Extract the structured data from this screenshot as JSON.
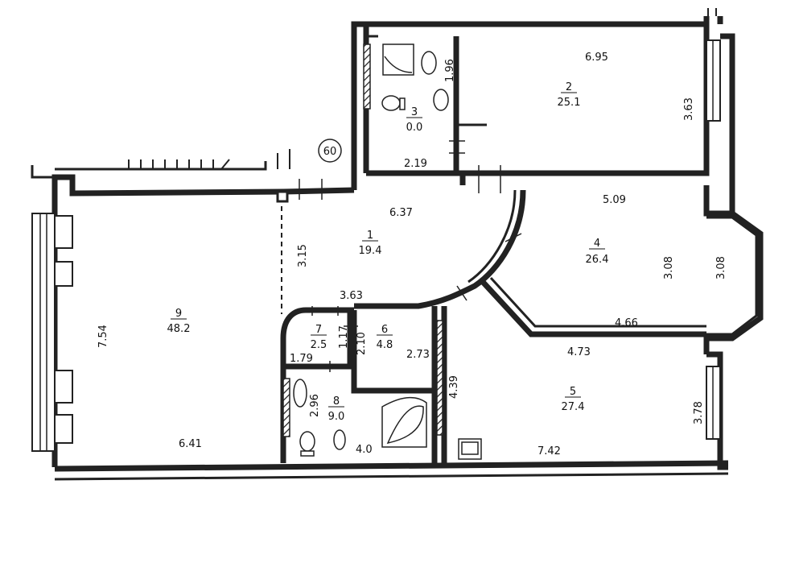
{
  "plan_number": "60",
  "rooms": [
    {
      "id": "room-1",
      "number": "1",
      "area": "19.4"
    },
    {
      "id": "room-2",
      "number": "2",
      "area": "25.1"
    },
    {
      "id": "room-3",
      "number": "3",
      "area": "0.0"
    },
    {
      "id": "room-4",
      "number": "4",
      "area": "26.4"
    },
    {
      "id": "room-5",
      "number": "5",
      "area": "27.4"
    },
    {
      "id": "room-6",
      "number": "6",
      "area": "4.8"
    },
    {
      "id": "room-7",
      "number": "7",
      "area": "2.5"
    },
    {
      "id": "room-8",
      "number": "8",
      "area": "9.0"
    },
    {
      "id": "room-9",
      "number": "9",
      "area": "48.2"
    }
  ],
  "dimensions": {
    "r2_width": "6.95",
    "r2_height": "3.63",
    "r3_height": "1.96",
    "r3_width": "2.19",
    "r1_width": "6.37",
    "r1_height": "3.15",
    "r1_lower": "3.63",
    "r4_width": "5.09",
    "r4_height_a": "3.08",
    "r4_height_b": "3.08",
    "r4_lower": "4.66",
    "r5_width": "4.73",
    "r5_height": "3.78",
    "r5_lower": "7.42",
    "r6_height": "2.10",
    "r6_width": "2.73",
    "r7_width": "1.79",
    "r7_height": "1.17",
    "r8_height": "2.96",
    "r8_width": "4.0",
    "corridor_len": "4.39",
    "r9_height": "7.54",
    "r9_width": "6.41"
  }
}
